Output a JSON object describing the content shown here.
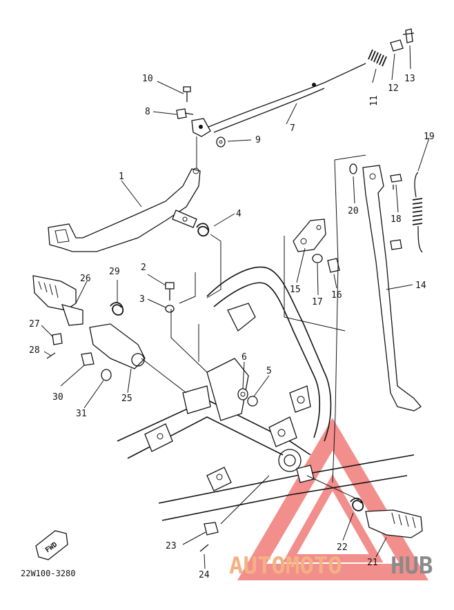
{
  "diagram": {
    "code": "22W100-3280",
    "fwd_label": "FWD",
    "watermark": {
      "text_left": "AUTOMOTO",
      "text_right": "HUB",
      "color_primary": "#f07a78",
      "color_secondary": "#8a8a8a"
    },
    "part_labels": [
      {
        "id": "p1",
        "text": "1"
      },
      {
        "id": "p2",
        "text": "2"
      },
      {
        "id": "p3",
        "text": "3"
      },
      {
        "id": "p4",
        "text": "4"
      },
      {
        "id": "p5",
        "text": "5"
      },
      {
        "id": "p6",
        "text": "6"
      },
      {
        "id": "p7",
        "text": "7"
      },
      {
        "id": "p8",
        "text": "8"
      },
      {
        "id": "p9",
        "text": "9"
      },
      {
        "id": "p10",
        "text": "10"
      },
      {
        "id": "p11",
        "text": "11"
      },
      {
        "id": "p12",
        "text": "12"
      },
      {
        "id": "p13",
        "text": "13"
      },
      {
        "id": "p14",
        "text": "14"
      },
      {
        "id": "p15",
        "text": "15"
      },
      {
        "id": "p16",
        "text": "16"
      },
      {
        "id": "p17",
        "text": "17"
      },
      {
        "id": "p18",
        "text": "18"
      },
      {
        "id": "p19",
        "text": "19"
      },
      {
        "id": "p20",
        "text": "20"
      },
      {
        "id": "p21",
        "text": "21"
      },
      {
        "id": "p22",
        "text": "22"
      },
      {
        "id": "p23",
        "text": "23"
      },
      {
        "id": "p24",
        "text": "24"
      },
      {
        "id": "p25",
        "text": "25"
      },
      {
        "id": "p26",
        "text": "26"
      },
      {
        "id": "p27",
        "text": "27"
      },
      {
        "id": "p28",
        "text": "28"
      },
      {
        "id": "p29",
        "text": "29"
      },
      {
        "id": "p30",
        "text": "30"
      },
      {
        "id": "p31",
        "text": "31"
      }
    ]
  }
}
